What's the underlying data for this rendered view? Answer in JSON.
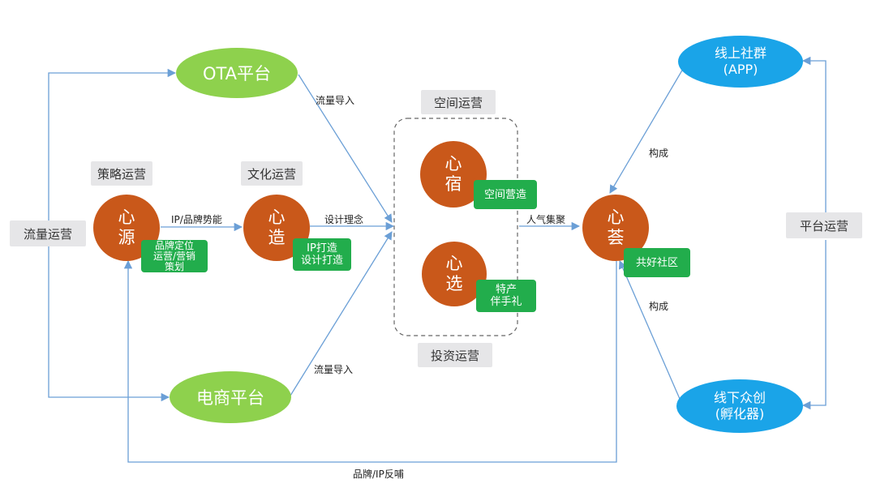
{
  "nodes": {
    "ota": "OTA平台",
    "ecommerce": "电商平台",
    "xinyuan": [
      "心",
      "源"
    ],
    "xinzao": [
      "心",
      "造"
    ],
    "xinsu": [
      "心",
      "宿"
    ],
    "xinxuan": [
      "心",
      "选"
    ],
    "xinhui": [
      "心",
      "荟"
    ],
    "online_community": [
      "线上社群",
      "(APP)"
    ],
    "offline_incubator": [
      "线下众创",
      "(孵化器)"
    ]
  },
  "tags": {
    "strategy_ops": "策略运营",
    "culture_ops": "文化运营",
    "space_ops": "空间运营",
    "invest_ops": "投资运营",
    "traffic_ops": "流量运营",
    "platform_ops": "平台运营",
    "brand_positioning": [
      "品牌定位",
      "运营/营销",
      "策划"
    ],
    "ip_design": [
      "IP打造",
      "设计打造"
    ],
    "space_build": "空间营造",
    "specialty_gift": [
      "特产",
      "伴手礼"
    ],
    "shared_community": "共好社区"
  },
  "edges": {
    "traffic_in_top": "流量导入",
    "traffic_in_bottom": "流量导入",
    "ip_brand_momentum": "IP/品牌势能",
    "design_concept": "设计理念",
    "popularity_gathering": "人气集聚",
    "compose_top": "构成",
    "compose_bottom": "构成",
    "brand_ip_feedback": "品牌/IP反哺"
  },
  "colors": {
    "orange": "#c9581a",
    "green_ellipse": "#8ed14d",
    "blue_ellipse": "#1aa4e8",
    "green_tag": "#22ad4c",
    "grey_tag": "#e6e6e8",
    "line": "#6b9fd6"
  }
}
